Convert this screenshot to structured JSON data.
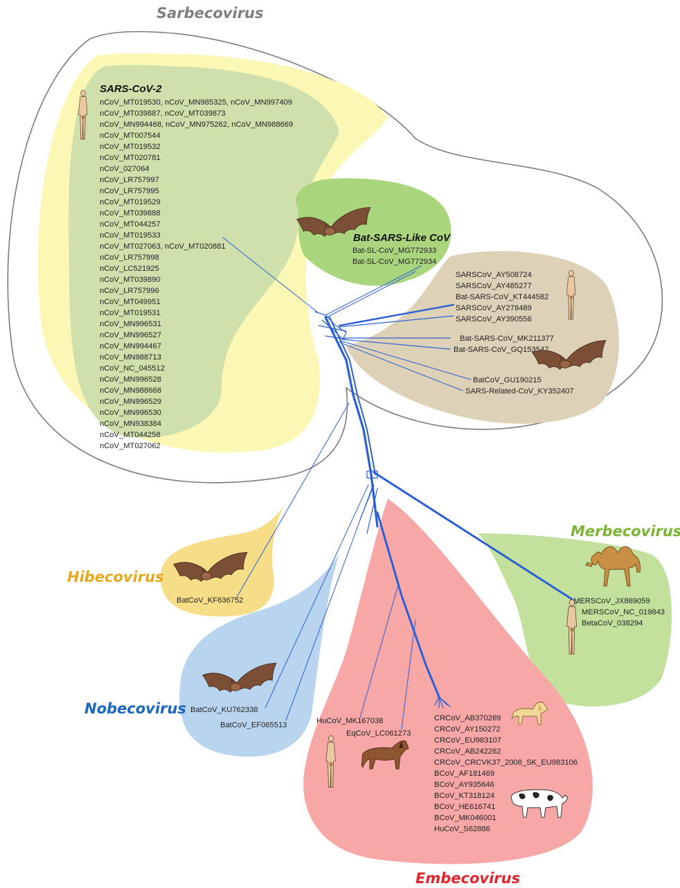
{
  "genera": {
    "sarbecovirus": "Sarbecovirus",
    "hibecovirus": "Hibecovirus",
    "nobecovirus": "Nobecovirus",
    "merbecovirus": "Merbecovirus",
    "embecovirus": "Embecovirus"
  },
  "colors": {
    "sarbeco_outline": "#7a7a7a",
    "sarbeco_fill": "#fbf7b4",
    "sarscov2_fill": "#cfe0ad",
    "batsl_fill": "#a9d57c",
    "sarscov_fill": "#ddd1b7",
    "hibeco_fill": "#f6dd88",
    "nobeco_fill": "#b9d4ee",
    "merbeco_fill": "#c3e09c",
    "embeco_fill": "#f7a7a6",
    "branch": "#2b5fd6",
    "sarbeco_text": "#7f7f7f",
    "hibeco_text": "#e8a81c",
    "nobeco_text": "#1a66c0",
    "merbeco_text": "#7bb532",
    "embeco_text": "#e3242b"
  },
  "icons": [
    "human-icon",
    "bat-icon",
    "camel-icon",
    "horse-icon",
    "dog-icon",
    "cow-icon"
  ],
  "clades": {
    "sarscov2": {
      "title": "SARS-CoV-2",
      "leaves": [
        "nCoV_MT019530, nCoV_MN985325, nCoV_MN997409",
        "nCoV_MT039887, nCoV_MT039873",
        "nCoV_MN994468, nCoV_MN975262, nCoV_MN988669",
        "nCoV_MT007544",
        "nCoV_MT019532",
        "nCoV_MT020781",
        "nCoV_027064",
        "nCoV_LR757997",
        "nCoV_LR757995",
        "nCoV_MT019529",
        "nCoV_MT039888",
        "nCoV_MT044257",
        "nCoV_MT019533",
        "nCoV_MT027063, nCoV_MT020881",
        "nCoV_LR757998",
        "nCoV_LC521925",
        "nCoV_MT039890",
        "nCoV_LR757996",
        "nCoV_MT049951",
        "nCoV_MT019531",
        "nCoV_MN996531",
        "nCoV_MN996527",
        "nCoV_MN994467",
        "nCoV_MN988713",
        "nCoV_NC_045512",
        "nCoV_MN996528",
        "nCoV_MN988668",
        "nCoV_MN996529",
        "nCoV_MN996530",
        "nCoV_MN938384",
        "nCoV_MT044258",
        "nCoV_MT027062"
      ]
    },
    "batsl": {
      "title": "Bat-SARS-Like CoV",
      "leaves": [
        "Bat-SL-CoV_MG772933",
        "Bat-SL-CoV_MG772934"
      ]
    },
    "sarscov": {
      "leaves": [
        "SARSCoV_AY508724",
        "SARSCoV_AY485277",
        "Bat-SARS-CoV_KT444582",
        "SARSCoV_AY278489",
        "SARSCoV_AY390556",
        "Bat-SARS-CoV_MK211377",
        "Bat-SARS-CoV_GQ153547",
        "BatCoV_GU190215",
        "SARS-Related-CoV_KY352407"
      ]
    },
    "hibeco": {
      "leaves": [
        "BatCoV_KF636752"
      ]
    },
    "nobeco": {
      "leaves": [
        "BatCoV_KU762338",
        "BatCoV_EF065513"
      ]
    },
    "merbeco": {
      "leaves": [
        "MERSCoV_JX869059",
        "MERSCoV_NC_019843",
        "BetaCoV_038294"
      ]
    },
    "embeco": {
      "left_leaves": [
        "HuCoV_MK167038",
        "EqCoV_LC061273"
      ],
      "right_leaves": [
        "CRCoV_AB370269",
        "CRCoV_AY150272",
        "CRCoV_EU983107",
        "CRCoV_AB242262",
        "CRCoV_CRCVK37_2008_SK_EU983106",
        "BCoV_AF181469",
        "BCoV_AY935646",
        "BCoV_KT318124",
        "BCoV_HE616741",
        "BCoV_MK046001",
        "HuCoV_S62886"
      ]
    }
  }
}
